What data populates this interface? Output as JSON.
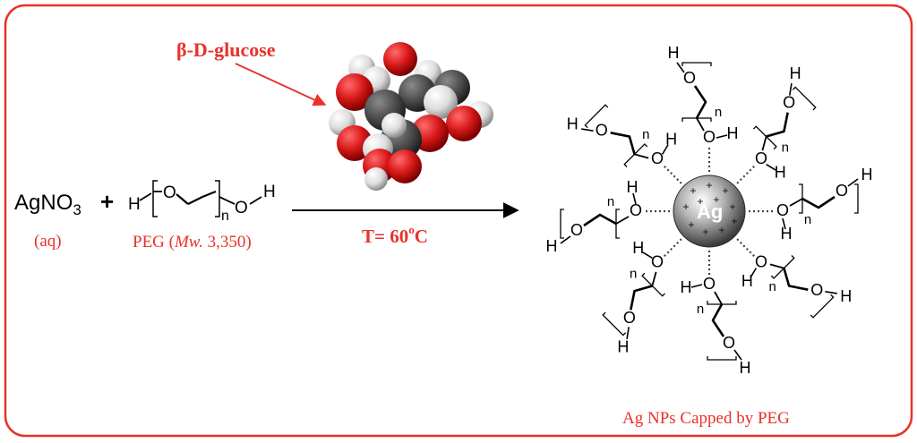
{
  "reactants": {
    "agno3": {
      "main": "AgNO",
      "sub": "3",
      "state": "(aq)"
    },
    "plus": "+",
    "peg": {
      "h_left": "H",
      "o1": "O",
      "n": "n",
      "o2": "O",
      "h_right": "H",
      "label_prefix": "PEG (",
      "label_mw": "Mw.",
      "label_value": " 3,350)"
    }
  },
  "reducing_agent": {
    "label": "β-D-glucose"
  },
  "conditions": {
    "text": "T= 60",
    "deg": "o",
    "unit": "C"
  },
  "product": {
    "core": "Ag",
    "charge": "+",
    "atom_h": "H",
    "atom_o": "O",
    "repeat_n": "n",
    "caption": "Ag NPs Capped by PEG"
  },
  "colors": {
    "frame": "#e8322a",
    "accent_text": "#e8322a",
    "arrow": "#000000"
  }
}
